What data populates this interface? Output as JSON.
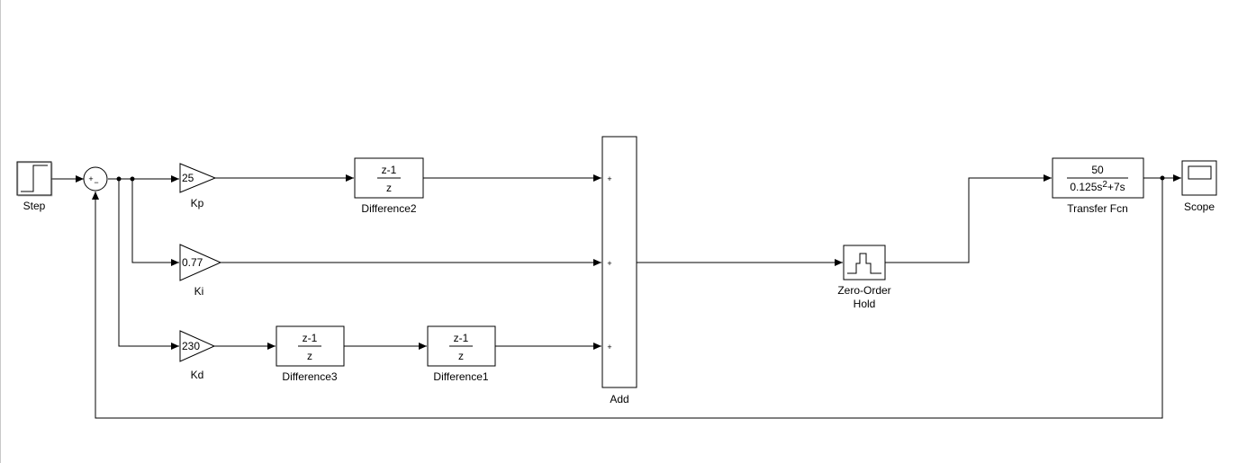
{
  "blocks": {
    "step": {
      "label": "Step"
    },
    "sum": {
      "sign_plus": "+",
      "sign_minus": "−"
    },
    "kp": {
      "label": "Kp",
      "value": "25"
    },
    "ki": {
      "label": "Ki",
      "value": "0.77"
    },
    "kd": {
      "label": "Kd",
      "value": "230"
    },
    "difference2": {
      "label": "Difference2",
      "numerator": "z-1",
      "denominator": "z"
    },
    "difference3": {
      "label": "Difference3",
      "numerator": "z-1",
      "denominator": "z"
    },
    "difference1": {
      "label": "Difference1",
      "numerator": "z-1",
      "denominator": "z"
    },
    "add": {
      "label": "Add",
      "port_signs": [
        "+",
        "+",
        "+"
      ]
    },
    "zoh": {
      "label_line1": "Zero-Order",
      "label_line2": "Hold"
    },
    "transfer_fcn": {
      "label": "Transfer Fcn",
      "numerator": "50",
      "den_part1": "0.125s",
      "den_exponent": "2",
      "den_part2": "+7s"
    },
    "scope": {
      "label": "Scope"
    }
  }
}
